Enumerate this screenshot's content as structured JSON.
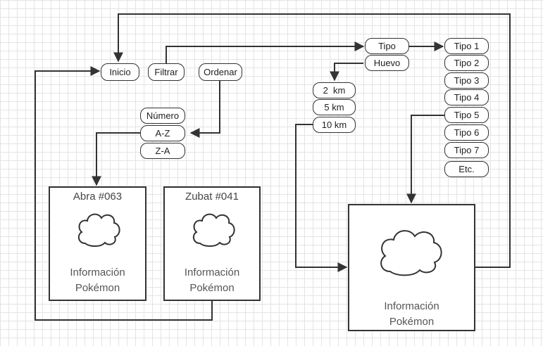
{
  "nav": {
    "inicio": "Inicio",
    "filtrar": "Filtrar",
    "ordenar": "Ordenar"
  },
  "filter": {
    "tipo": "Tipo",
    "huevo": "Huevo",
    "types": [
      "Tipo 1",
      "Tipo 2",
      "Tipo 3",
      "Tipo 4",
      "Tipo 5",
      "Tipo 6",
      "Tipo 7",
      "Etc."
    ],
    "distances": [
      "2  km",
      "5 km",
      "10 km"
    ]
  },
  "sort": {
    "numero": "Número",
    "az": "A-Z",
    "za": "Z-A"
  },
  "cards": [
    {
      "title": "Abra #063",
      "info_line1": "Información",
      "info_line2": "Pokémon"
    },
    {
      "title": "Zubat #041",
      "info_line1": "Información",
      "info_line2": "Pokémon"
    }
  ],
  "detail": {
    "info_line1": "Información",
    "info_line2": "Pokémon"
  },
  "colors": {
    "stroke": "#333333",
    "grid": "#e4e4e4",
    "text": "#555555"
  }
}
